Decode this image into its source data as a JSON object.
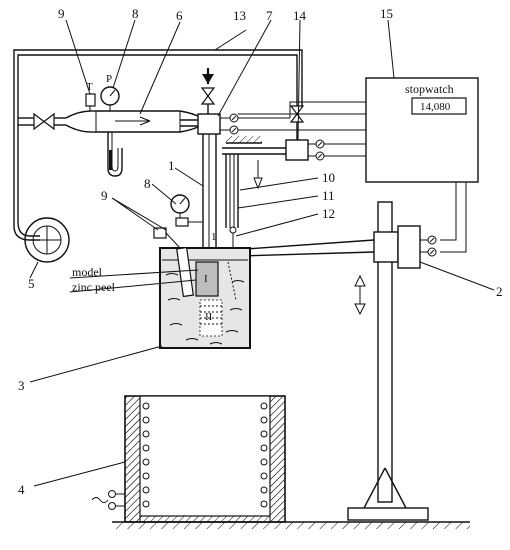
{
  "labels": {
    "n1a": "1",
    "n1b": "1",
    "n2": "2",
    "n3": "3",
    "n4": "4",
    "n5": "5",
    "n6": "6",
    "n7": "7",
    "n8a": "8",
    "n8b": "8",
    "n9a": "9",
    "n9b": "9",
    "n10": "10",
    "n11": "11",
    "n12": "12",
    "n13": "13",
    "n14": "14",
    "n15": "15",
    "T": "T",
    "P": "P",
    "model": "model",
    "zinc_peel": "zinc peel",
    "sample_I": "I",
    "sample_II": "II"
  },
  "stopwatch": {
    "title": "stopwatch",
    "reading": "14,080"
  },
  "colors": {
    "line": "#111111",
    "liquid": "#e6e6e6",
    "model_fill": "#bdbdbd",
    "background": "#ffffff"
  }
}
